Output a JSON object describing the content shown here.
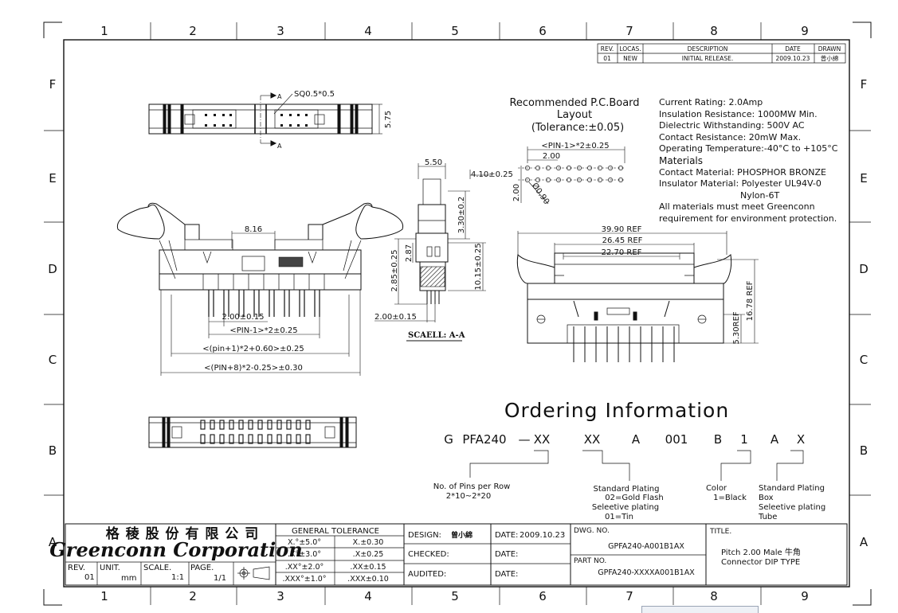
{
  "grid": {
    "columns": [
      "1",
      "2",
      "3",
      "4",
      "5",
      "6",
      "7",
      "8",
      "9"
    ],
    "rows": [
      "F",
      "E",
      "D",
      "C",
      "B",
      "A"
    ]
  },
  "revision_table": {
    "headers": [
      "REV.",
      "LOCAS.",
      "DESCRIPTION",
      "DATE",
      "DRAWN"
    ],
    "row": [
      "01",
      "NEW",
      "INITIAL RELEASE.",
      "2009.10.23",
      "曾小綿"
    ]
  },
  "top_view": {
    "label_sq": "SQ0.5*0.5",
    "section_mark": "A",
    "dim_height": "5.75"
  },
  "front_view": {
    "dim_width_top": "8.16",
    "dim_pitch": "2.00±0.15",
    "dim_pin": "<PIN-1>*2±0.25",
    "dim_pin1": "<(pin+1)*2+0.60>±0.25",
    "dim_pin8": "<(PIN+8)*2-0.25>±0.30"
  },
  "section_view": {
    "dims": [
      "5.50",
      "4.10±0.25",
      "3.30±0.2",
      "2.85±0.25",
      "2.87",
      "10.15±0.25",
      "2.00±0.15"
    ],
    "caption": "SCAELL: A-A"
  },
  "pcb_layout": {
    "title_lines": [
      "Recommended  P.C.Board",
      "Layout",
      "(Tolerance:±0.05)"
    ],
    "dims": [
      "<PIN-1>*2±0.25",
      "2.00",
      "2.00",
      "Ø0.90"
    ]
  },
  "specs": [
    "Current Rating: 2.0Amp",
    "Insulation Resistance: 1000MW Min.",
    "Dielectric Withstanding: 500V AC",
    "Contact Resistance: 20mW Max.",
    "Operating Temperature:-40°C to +105°C",
    "Materials",
    "Contact Material: PHOSPHOR BRONZE",
    "Insulator Material: Polyester UL94V-0",
    "Nylon-6T",
    "All materials must meet Greenconn",
    "requirement for environment protection."
  ],
  "side_view": {
    "dims": [
      "39.90 REF",
      "26.45 REF",
      "22.70 REF",
      "16.78 REF",
      "5.30REF"
    ]
  },
  "ordering": {
    "title": "Ordering  Information",
    "code_parts": [
      "G",
      "PFA240",
      "—",
      "XX",
      "XX",
      "A",
      "001",
      "B",
      "1",
      "A",
      "X"
    ],
    "notes": {
      "pins": [
        "No. of Pins per Row",
        "2*10~2*20"
      ],
      "plating_standard": [
        "Standard Plating",
        "02=Gold Flash",
        "Seleetive plating",
        "01=Tin"
      ],
      "color": [
        "Color",
        "1=Black"
      ],
      "package": [
        "Standard Plating",
        "Box",
        "Seleetive plating",
        "Tube"
      ]
    }
  },
  "title_block": {
    "company_cn": "格 稜 股 份 有 限 公 司",
    "company_en": "Greenconn Corporation",
    "rev_label": "REV.",
    "rev_value": "01",
    "unit_label": "UNIT.",
    "unit_value": "mm",
    "scale_label": "SCALE.",
    "scale_value": "1:1",
    "page_label": "PAGE.",
    "page_value": "1/1",
    "tolerance_title": "GENERAL  TOLERANCE",
    "tolerance_rows": [
      [
        "X.°±5.0°",
        "X.±0.30"
      ],
      [
        ".X°±3.0°",
        ".X±0.25"
      ],
      [
        ".XX°±2.0°",
        ".XX±0.15"
      ],
      [
        ".XXX°±1.0°",
        ".XXX±0.10"
      ]
    ],
    "design_label": "DESIGN:",
    "design_value": "曾小綿",
    "checked_label": "CHECKED:",
    "audited_label": "AUDITED:",
    "date_label": "DATE:",
    "date_value": "2009.10.23",
    "dwg_label": "DWG. NO.",
    "dwg_value": "GPFA240-A001B1AX",
    "part_label": "PART NO.",
    "part_value": "GPFA240-XXXXA001B1AX",
    "title_label": "TITLE.",
    "title_lines": [
      "Pitch 2.00 Male 牛角",
      "Connector DIP TYPE"
    ]
  }
}
